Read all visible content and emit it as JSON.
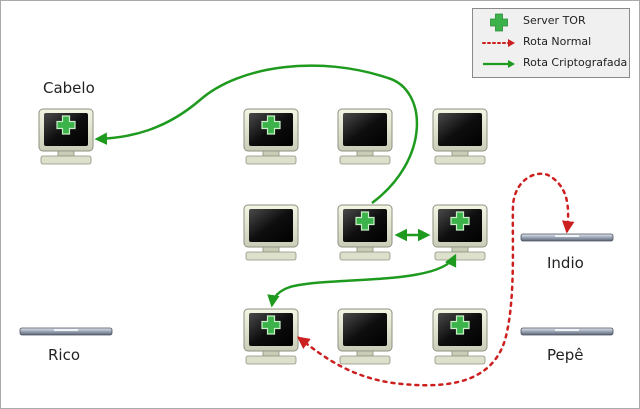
{
  "legend": {
    "server_label": "Server TOR",
    "normal_label": "Rota Normal",
    "encrypted_label": "Rota Criptografada"
  },
  "users": {
    "cabelo": "Cabelo",
    "indio": "Indio",
    "rico": "Rico",
    "pepe": "Pepê"
  },
  "colors": {
    "encrypted_route": "#1e9a1e",
    "normal_route": "#cc1f1f",
    "tor_cross": "#3bb34a",
    "border": "#aaaaaa"
  }
}
